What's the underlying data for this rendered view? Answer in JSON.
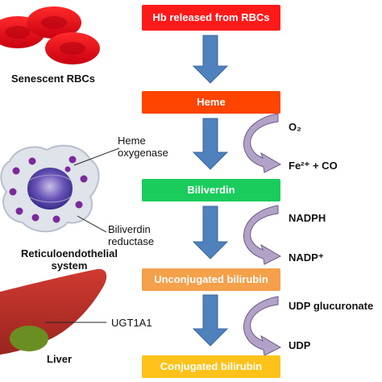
{
  "steps": [
    {
      "label": "Hb released from RBCs",
      "color": "#ff1a1a"
    },
    {
      "label": "Heme",
      "color": "#ff4400"
    },
    {
      "label": "Biliverdin",
      "color": "#19cc5c"
    },
    {
      "label": "Unconjugated bilirubin",
      "color": "#f5a04a"
    },
    {
      "label": "Conjugated bilirubin",
      "color": "#ffc21a"
    }
  ],
  "reactions": [
    {
      "input": "O₂",
      "output": "Fe²⁺ + CO"
    },
    {
      "input": "NADPH",
      "output": "NADP⁺"
    },
    {
      "input": "UDP glucuronate",
      "output": "UDP"
    }
  ],
  "left": {
    "rbc_label": "Senescent RBCs",
    "heme_oxygenase": "Heme oxygenase",
    "biliverdin_reductase": "Biliverdin reductase",
    "res_label": "Reticuloendothelial system",
    "ugt": "UGT1A1",
    "liver_label": "Liver"
  },
  "colors": {
    "arrow_blue": "#4f81bd",
    "curve_purple": "#b3a2c7",
    "rbc_red": "#e8101a",
    "cell_purple": "#7a2a9a",
    "liver_red": "#b5322a",
    "gallbladder": "#6b8e23"
  }
}
